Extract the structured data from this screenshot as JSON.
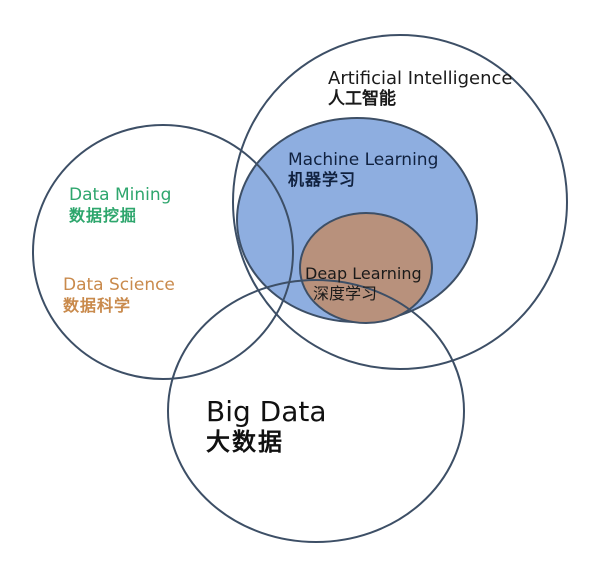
{
  "diagram": {
    "type": "venn",
    "colors": {
      "stroke": "#3d4f66",
      "machine_learning_fill": "#8eaee0",
      "deep_learning_fill": "#b8917c",
      "background": "#ffffff",
      "data_mining_text": "#2ea66d",
      "data_science_text": "#c98a4c",
      "ml_text": "#10213f",
      "default_text": "#1a1a1a"
    },
    "sets": {
      "artificial_intelligence": {
        "en": "Artificial Intelligence",
        "zh": "人工智能"
      },
      "machine_learning": {
        "en": "Machine Learning",
        "zh": "机器学习"
      },
      "deep_learning": {
        "en": "Deap Learning",
        "zh": "深度学习"
      },
      "data_mining": {
        "en": "Data Mining",
        "zh": "数据挖掘"
      },
      "data_science": {
        "en": "Data Science",
        "zh": "数据科学"
      },
      "big_data": {
        "en": "Big Data",
        "zh": "大数据"
      }
    }
  }
}
